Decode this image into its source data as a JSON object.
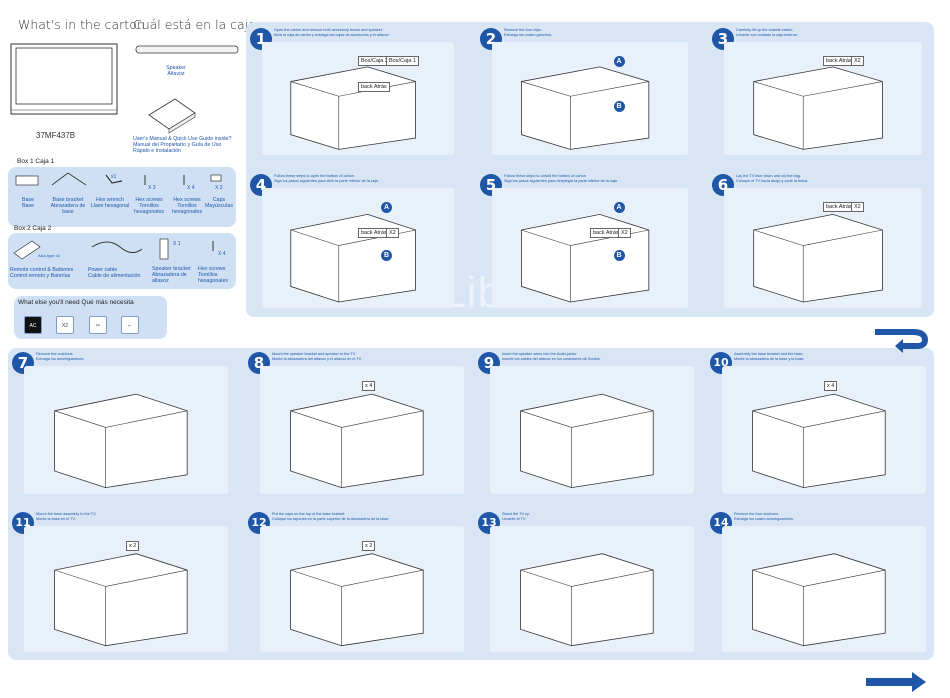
{
  "header": {
    "title_en": "What's in the carton",
    "title_es": "Cuál está en la caja"
  },
  "contents": {
    "model": "37MF437B",
    "speaker": [
      "Speaker",
      "Altavoz"
    ],
    "manuals": [
      "User's Manual & Quick Use Guide inside?",
      "Manual del Propietario y Guía de Uso",
      "Rápido e Instalación"
    ]
  },
  "box1": {
    "title": "Box 1   Caja 1",
    "items": [
      {
        "label": "Base",
        "label_es": "Base",
        "qty": ""
      },
      {
        "label": "Base bracket",
        "label_es": "Abrazadera de base",
        "qty": ""
      },
      {
        "label": "Hex wrench",
        "label_es": "Llave hexagonal",
        "qty": "x1"
      },
      {
        "label": "Hex screws",
        "label_es": "Tornillos hexagonales",
        "qty": "X 3"
      },
      {
        "label": "Hex screws",
        "label_es": "Tornillos hexagonales",
        "qty": "X 4"
      },
      {
        "label": "Caps",
        "label_es": "Mayúsculas",
        "qty": "X 2"
      }
    ]
  },
  "box2": {
    "title": "Box 2   Caja 2",
    "items": [
      {
        "label": "Remote control & Batteries",
        "label_es": "Control remoto y Baterías",
        "qty": "AAA type x2"
      },
      {
        "label": "Power cable",
        "label_es": "Cable de alimentación",
        "qty": ""
      },
      {
        "label": "Speaker bracket",
        "label_es": "Abrazadera de altavoz",
        "qty": "X 1"
      },
      {
        "label": "Hex screws",
        "label_es": "Tornillos hexagonales",
        "qty": "X 4"
      }
    ]
  },
  "needs": {
    "title": "What else you'll need   Qué más necesita",
    "ac": "AC",
    "x2": "X2"
  },
  "steps": [
    {
      "n": "1",
      "en": "Open the carton and remove both accessory boxes and speaker.",
      "es": "Abra la caja de cartón y extraiga las cajas de accesorios y el altavoz.",
      "labels": [
        "Box/Caja 2",
        "Box/Caja 1",
        "back Atrás"
      ]
    },
    {
      "n": "2",
      "en": "Remove the four clips.",
      "es": "Extraiga los cuatro ganchos.",
      "labels": [
        "A",
        "B"
      ]
    },
    {
      "n": "3",
      "en": "Carefully lift up the outside carton.",
      "es": "Levante con cuidado la caja externa.",
      "labels": [
        "back Atrás",
        "X2"
      ]
    },
    {
      "n": "4",
      "en": "Follow these steps to open the bottom of carton.",
      "es": "Siga los pasos siguientes para abrir la parte inferior de la caja.",
      "labels": [
        "A",
        "B",
        "back Atrás",
        "X2"
      ]
    },
    {
      "n": "5",
      "en": "Follow these steps to unfold the bottom of carton.",
      "es": "Siga los pasos siguientes para desplegar la parte inferior de la caja.",
      "labels": [
        "A",
        "B",
        "back Atrás",
        "X2"
      ]
    },
    {
      "n": "6",
      "en": "Lay the TV face down and cut the bag.",
      "es": "Coloque el TV hacia abajo y corte la bolsa.",
      "labels": [
        "back Atrás",
        "X2"
      ]
    },
    {
      "n": "7",
      "en": "Remove the cushions.",
      "es": "Extraiga los amortiguadores.",
      "labels": []
    },
    {
      "n": "8",
      "en": "Mount the speaker bracket and speaker to the TV.",
      "es": "Monte la abrazadera del altavoz y el altavoz en el TV.",
      "labels": [
        "x 4"
      ]
    },
    {
      "n": "9",
      "en": "Insert the speaker wires into the Audio jacks.",
      "es": "Inserte los cables del altavoz en los conectores de Sonido.",
      "labels": []
    },
    {
      "n": "10",
      "en": "Assembly the base bracket and the base.",
      "es": "Monte la abrazadera de la base y la base.",
      "labels": [
        "x 4"
      ]
    },
    {
      "n": "11",
      "en": "Mount the base assembly to the TV.",
      "es": "Monte la base en el TV.",
      "labels": [
        "x 2"
      ]
    },
    {
      "n": "12",
      "en": "Put the caps on the top of the base bracket.",
      "es": "Coloque los tapones en la parte superior de la abrazadera de la base.",
      "labels": [
        "x 2"
      ]
    },
    {
      "n": "13",
      "en": "Stand the TV up.",
      "es": "Levante el TV.",
      "labels": []
    },
    {
      "n": "14",
      "en": "Remove the four cushions.",
      "es": "Extraiga los cuatro amortiguadores.",
      "labels": []
    }
  ],
  "watermark": "ManualsLib.com"
}
